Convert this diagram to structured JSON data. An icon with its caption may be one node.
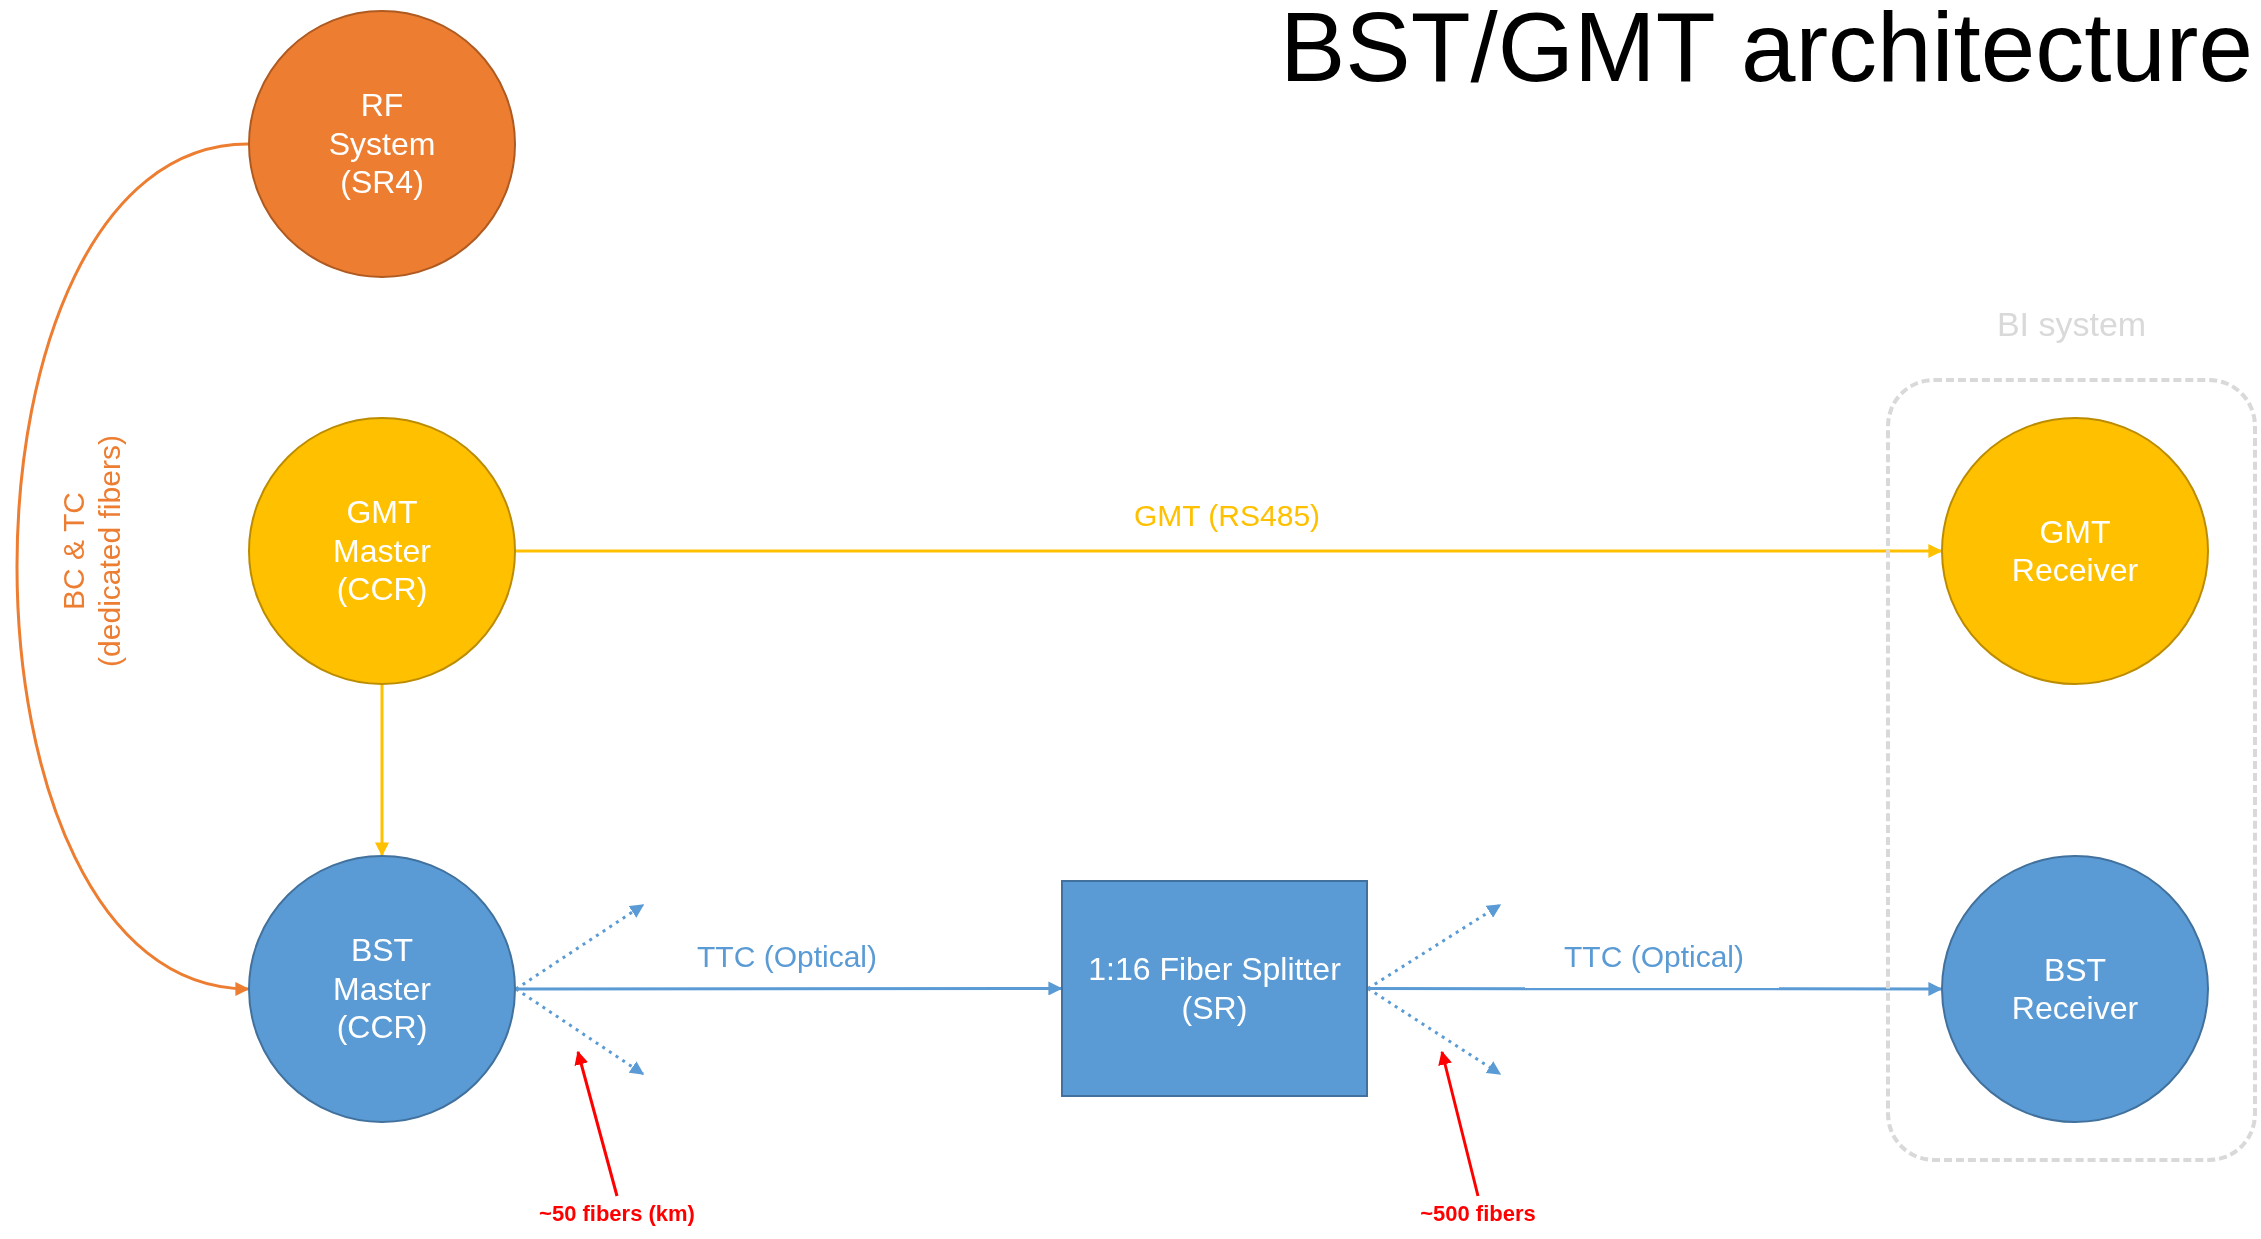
{
  "diagram": {
    "title": "BST/GMT architecture",
    "nodes": [
      {
        "text": [
          "RF System (SR4)"
        ]
      },
      {
        "text": [
          "GMT Master (CCR)"
        ]
      },
      {
        "text": [
          "BST Master (CCR)"
        ]
      },
      {
        "text": [
          "1:16 Fiber Splitter (SR)"
        ]
      },
      {
        "text": [
          "BI system"
        ]
      },
      {
        "text": [
          "GMT Receiver"
        ],
        "in": 4
      },
      {
        "text": [
          "BST Receiver"
        ],
        "in": 4
      },
      {
        "text": [
          "~50 fibers (km)"
        ]
      },
      {
        "text": [
          "~500 fibers"
        ]
      }
    ],
    "edges": [
      {
        "from": 0,
        "to": 2,
        "arrow": "to",
        "label": "BC & TC (dedicated fibers)",
        "color": "#ed7d31"
      },
      {
        "from": 1,
        "to": 5,
        "arrow": "to",
        "label": "GMT (RS485)",
        "color": "#ffc000"
      },
      {
        "from": 1,
        "to": 2,
        "arrow": "to",
        "color": "#ffc000"
      },
      {
        "from": 2,
        "to": 3,
        "arrow": "to",
        "label": "TTC (Optical)"
      },
      {
        "from": 3,
        "to": 6,
        "arrow": "to",
        "label": "TTC (Optical)"
      },
      {
        "from": 2,
        "to": null,
        "arrow": "to",
        "style": "dashed"
      },
      {
        "from": 2,
        "to": null,
        "arrow": "to",
        "style": "dashed"
      },
      {
        "from": 3,
        "to": null,
        "arrow": "to",
        "style": "dashed"
      },
      {
        "from": 3,
        "to": null,
        "arrow": "to",
        "style": "dashed"
      },
      {
        "from": 7,
        "to": null,
        "arrow": "to",
        "color": "#ff0000"
      },
      {
        "from": 8,
        "to": null,
        "arrow": "to",
        "color": "#ff0000"
      }
    ]
  }
}
